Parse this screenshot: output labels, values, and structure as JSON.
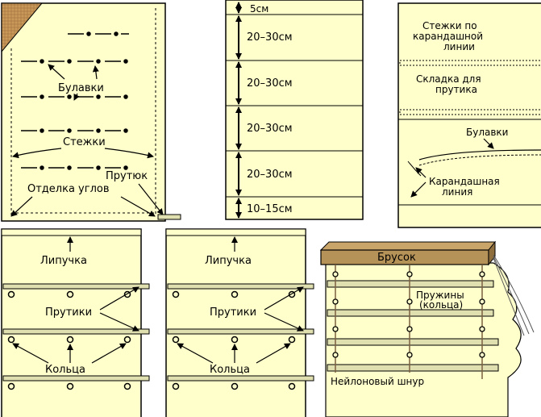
{
  "colors": {
    "fabric": "#FFFFCC",
    "line": "#000000",
    "rod": "#E0DFB0",
    "wood": "#B59257",
    "corner": "#C9995A",
    "cord": "#7A6040"
  },
  "panel_top_left": {
    "pins_label": "Булавки",
    "stitches_label": "Стежки",
    "rod_label": "Прутюк",
    "corners_label": "Отделка углов"
  },
  "panel_top_middle": {
    "measurements": [
      "5см",
      "20–30см",
      "20–30см",
      "20–30см",
      "20–30см",
      "10–15см"
    ]
  },
  "panel_top_right": {
    "stitch_line_1": "Стежки по",
    "stitch_line_2": "карандашной",
    "stitch_line_3": "линии",
    "fold_line_1": "Складка для",
    "fold_line_2": "прутика",
    "pins_label": "Булавки",
    "pencil_line_1": "Карандашная",
    "pencil_line_2": "линия"
  },
  "panel_bottom_1": {
    "velcro_label": "Липучка",
    "rods_label": "Прутики",
    "rings_label": "Кольца"
  },
  "panel_bottom_2": {
    "velcro_label": "Липучка",
    "rods_label": "Прутики",
    "rings_label": "Кольца"
  },
  "panel_bottom_3": {
    "bar_label": "Брусок",
    "springs_line_1": "Пружины",
    "springs_line_2": "(кольца)",
    "cord_label": "Нейлоновый шнур"
  }
}
